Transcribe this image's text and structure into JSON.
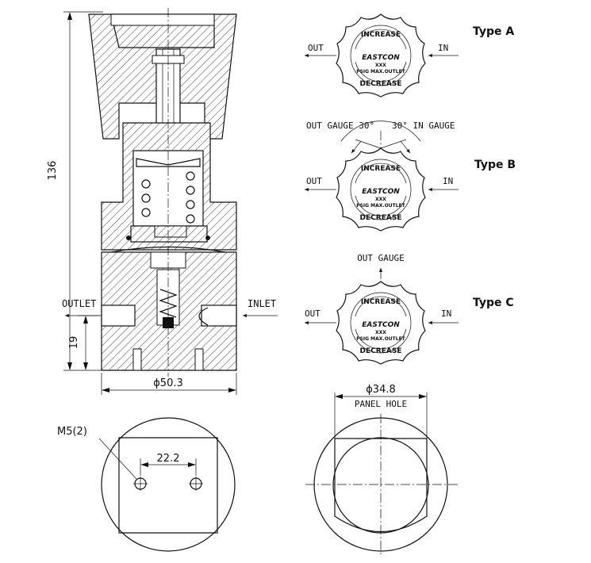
{
  "dimensions": {
    "height": "136",
    "outlet_height": "19",
    "body_diameter": "ϕ50.3",
    "panel_hole_diameter": "ϕ34.8",
    "hole_spacing": "22.2",
    "mount_thread": "M5(2)"
  },
  "ports": {
    "outlet": "OUTLET",
    "inlet": "INLET"
  },
  "labels": {
    "panel_hole": "PANEL HOLE"
  },
  "knob": {
    "increase": "INCREASE",
    "decrease": "DECREASE",
    "brand": "EASTCON",
    "model": "XXX",
    "rating": "PSIG MAX.OUTLET"
  },
  "types": [
    {
      "name": "Type A",
      "out": "OUT",
      "in": "IN"
    },
    {
      "name": "Type B",
      "out": "OUT",
      "in": "IN",
      "gauge_left": "OUT GAUGE 30°",
      "gauge_right": "30° IN GAUGE"
    },
    {
      "name": "Type C",
      "out": "OUT",
      "in": "IN",
      "gauge_top": "OUT GAUGE"
    }
  ]
}
